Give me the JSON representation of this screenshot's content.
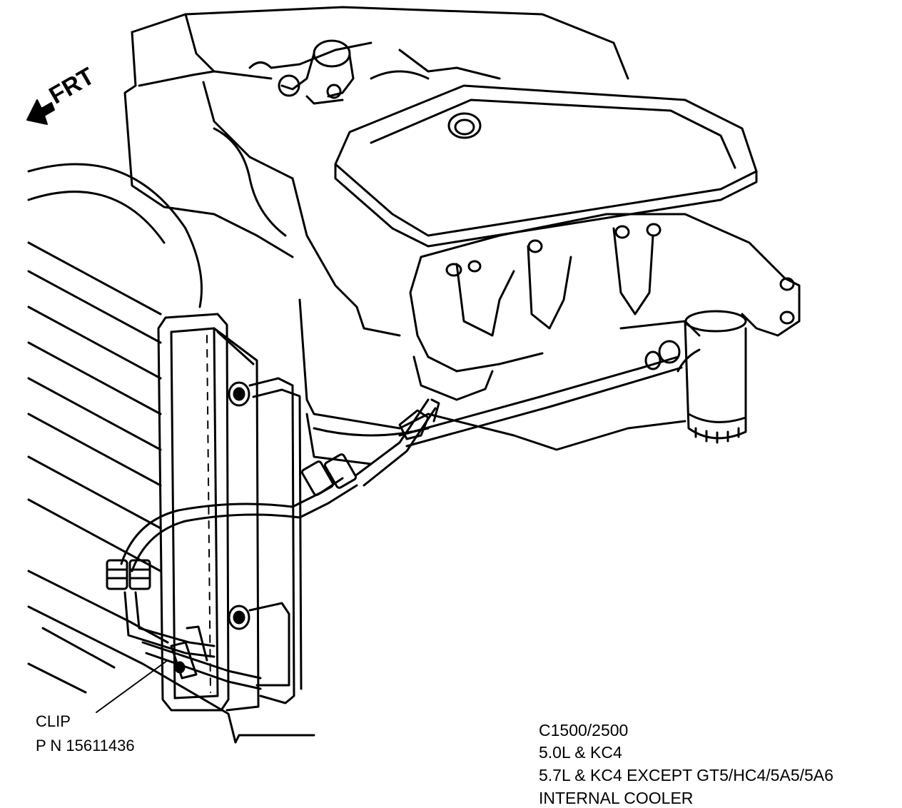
{
  "labels": {
    "front_arrow": "FRT",
    "clip": "CLIP",
    "part_number": "P N 15611436"
  },
  "specs": [
    "C1500/2500",
    "5.0L & KC4",
    "5.7L & KC4 EXCEPT GT5/HC4/5A5/5A6",
    "INTERNAL COOLER"
  ],
  "colors": {
    "ink": "#000000",
    "paper": "#ffffff"
  }
}
